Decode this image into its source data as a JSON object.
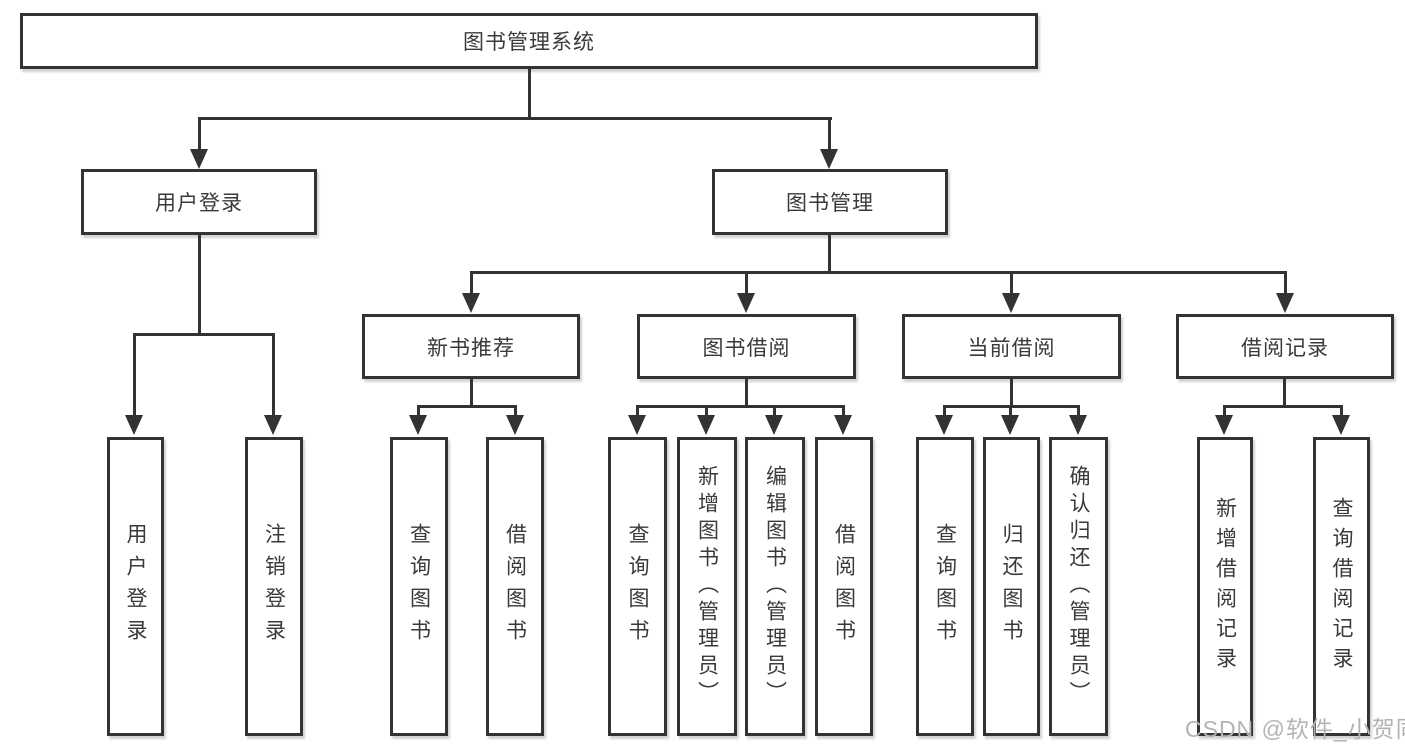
{
  "tree": {
    "root": {
      "label": "图书管理系统"
    },
    "branches": [
      {
        "label": "用户登录",
        "children": [
          {
            "label": "用户登录"
          },
          {
            "label": "注销登录"
          }
        ]
      },
      {
        "label": "图书管理",
        "children": [
          {
            "label": "新书推荐",
            "children": [
              {
                "label": "查询图书"
              },
              {
                "label": "借阅图书"
              }
            ]
          },
          {
            "label": "图书借阅",
            "children": [
              {
                "label": "查询图书"
              },
              {
                "label": "新增图书（管理员）"
              },
              {
                "label": "编辑图书（管理员）"
              },
              {
                "label": "借阅图书"
              }
            ]
          },
          {
            "label": "当前借阅",
            "children": [
              {
                "label": "查询图书"
              },
              {
                "label": "归还图书"
              },
              {
                "label": "确认归还（管理员）"
              }
            ]
          },
          {
            "label": "借阅记录",
            "children": [
              {
                "label": "新增借阅记录"
              },
              {
                "label": "查询借阅记录"
              }
            ]
          }
        ]
      }
    ]
  },
  "watermark": {
    "text": "CSDN @软件_小贺同学"
  },
  "colors": {
    "line": "#333333",
    "node_border": "#333333",
    "node_text": "#3a3a3a",
    "background": "#ffffff",
    "watermark_text": "#b3b3b3"
  }
}
